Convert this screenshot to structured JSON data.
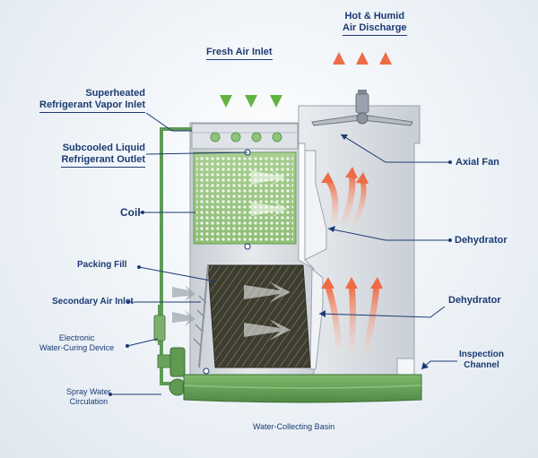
{
  "labels": {
    "hot_humid_air_discharge": [
      "Hot & Humid",
      "Air Discharge"
    ],
    "fresh_air_inlet": [
      "Fresh Air Inlet"
    ],
    "superheated_vapor_inlet": [
      "Superheated",
      "Refrigerant Vapor Inlet"
    ],
    "subcooled_liquid_outlet": [
      "Subcooled Liquid",
      "Refrigerant Outlet"
    ],
    "coil": [
      "Coil"
    ],
    "axial_fan": [
      "Axial Fan"
    ],
    "dehydrator_upper": [
      "Dehydrator"
    ],
    "packing_fill": [
      "Packing Fill"
    ],
    "secondary_air_inlet": [
      "Secondary Air Inlet"
    ],
    "dehydrator_lower": [
      "Dehydrator"
    ],
    "electronic_water_curing": [
      "Electronic",
      "Water-Curing Device"
    ],
    "inspection_channel": [
      "Inspection",
      "Channel"
    ],
    "spray_water_circulation": [
      "Spray Water",
      "Circulation"
    ],
    "water_collecting_basin": [
      "Water-Collecting Basin"
    ]
  },
  "colors": {
    "label_text": "#1c3b72",
    "pipe_green": "#5e9a55",
    "fresh_air_arrow": "#7cc05a",
    "hot_air_arrow": "#ef7b54",
    "housing_gray": "#d7dce2",
    "fill_dark": "#3a3a2e",
    "basin_green": "#6aa85c"
  },
  "icons": [
    "axial-fan-icon",
    "fan-grille-icon",
    "pump-motor-icon"
  ]
}
